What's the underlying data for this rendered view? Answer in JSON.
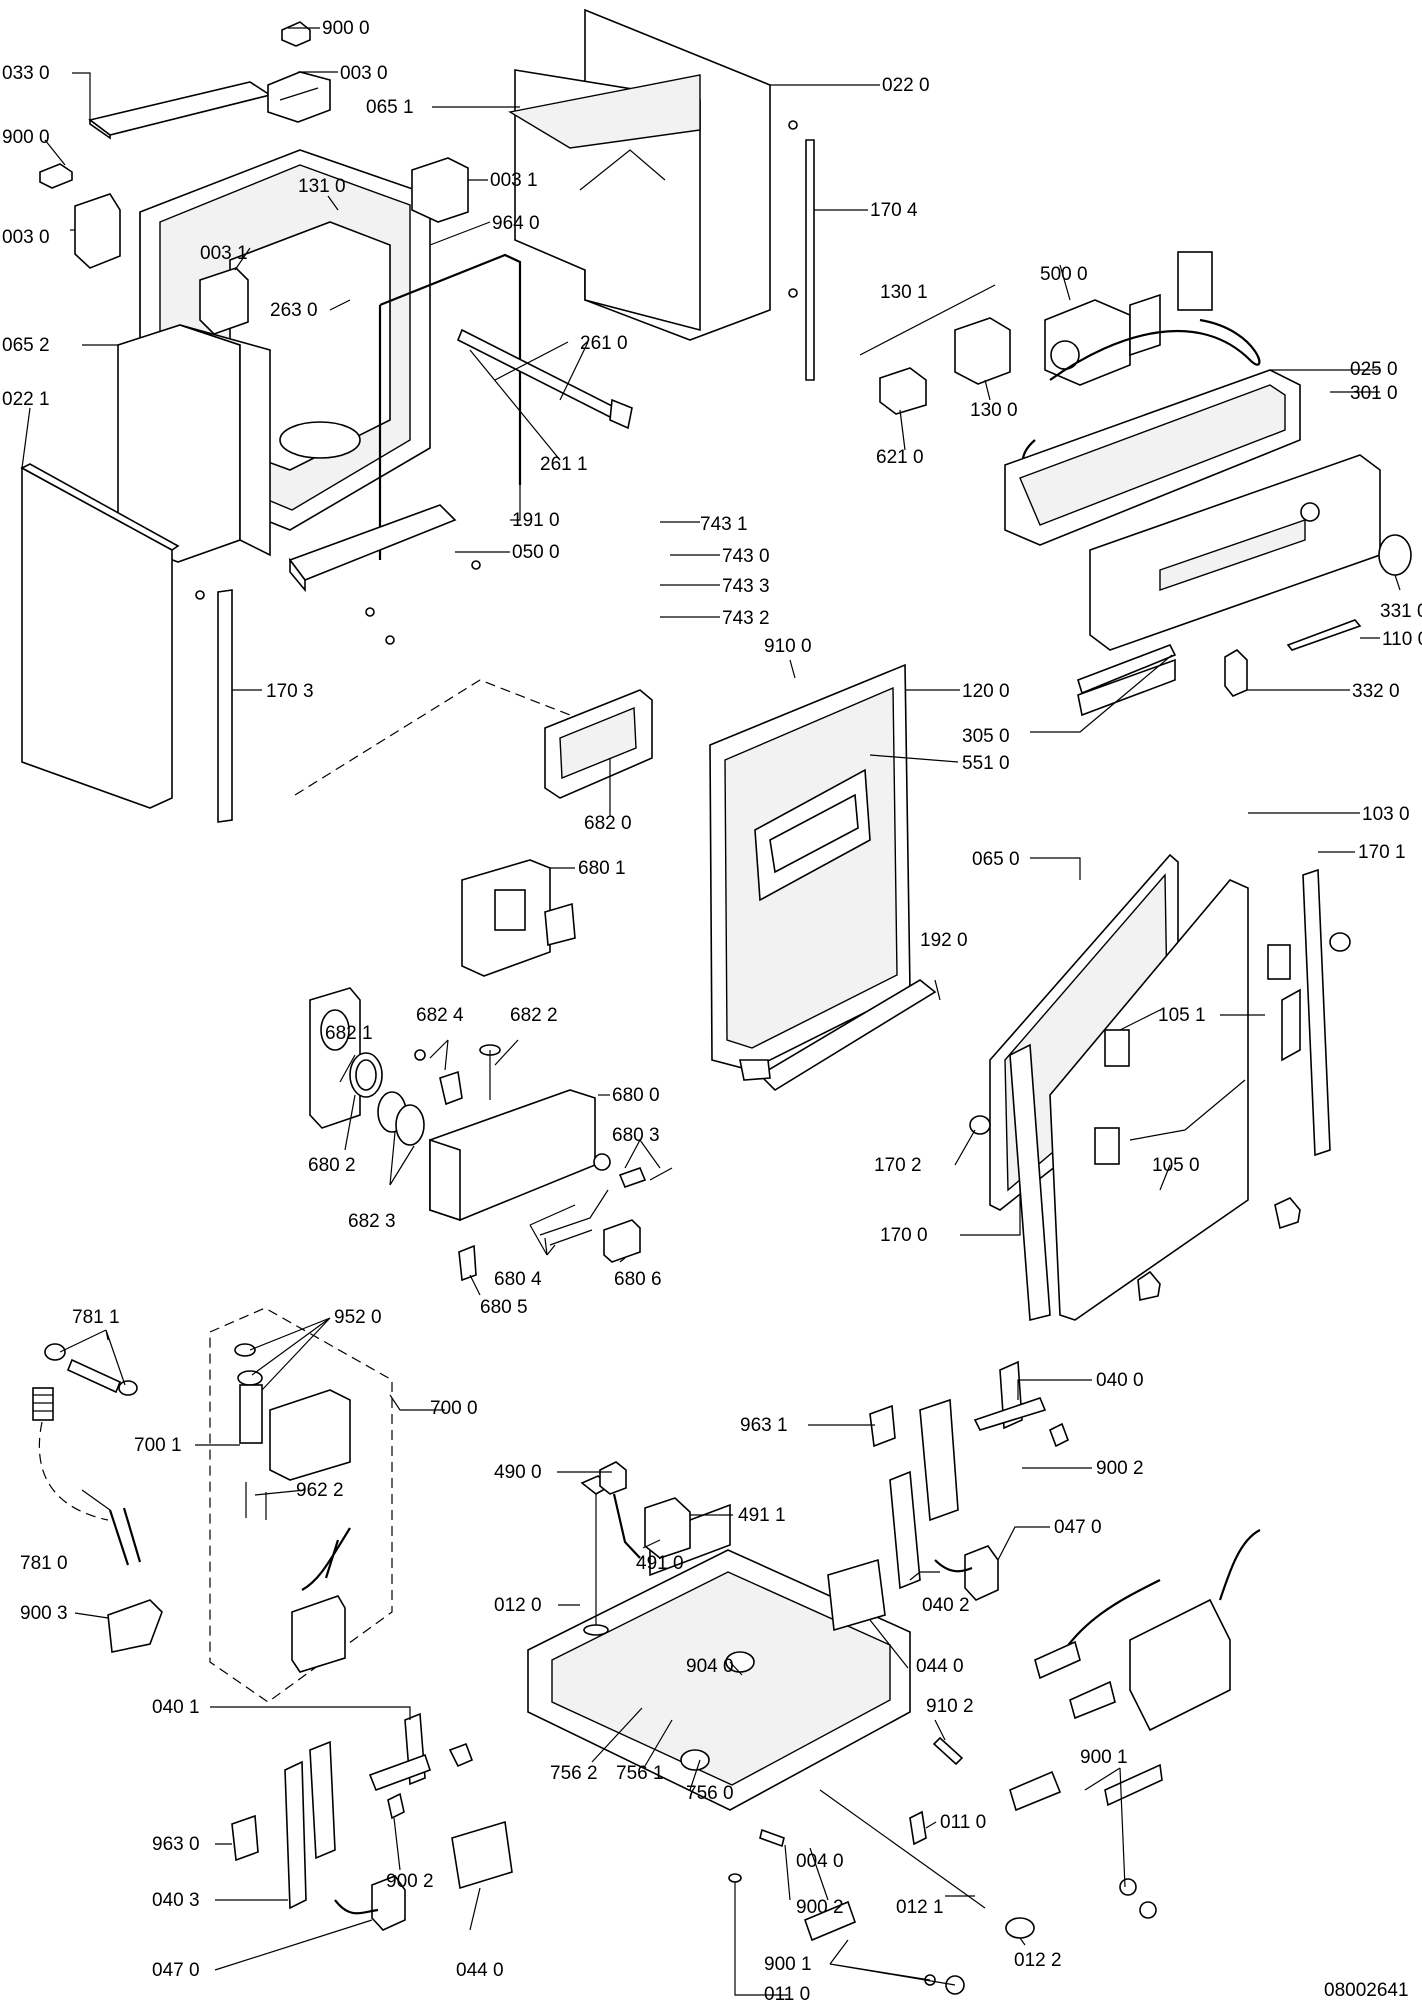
{
  "drawing_number": "08002641",
  "labels": {
    "l01": "900 0",
    "l02": "033 0",
    "l03": "003 0",
    "l04": "065 1",
    "l05": "022 0",
    "l06": "900 0",
    "l07": "003 1",
    "l08": "131 0",
    "l09": "964 0",
    "l10": "003 0",
    "l11": "003 1",
    "l12": "170 4",
    "l13": "263 0",
    "l14": "065 2",
    "l15": "261 0",
    "l16": "130 1",
    "l17": "500 0",
    "l18": "022 1",
    "l19": "261 1",
    "l20": "025 0",
    "l21": "301 0",
    "l22": "621 0",
    "l23": "130 0",
    "l24": "191 0",
    "l25": "743 1",
    "l26": "050 0",
    "l27": "743 0",
    "l28": "743 3",
    "l29": "331 0",
    "l30": "743 2",
    "l31": "110 0",
    "l32": "910 0",
    "l33": "332 0",
    "l34": "170 3",
    "l35": "120 0",
    "l36": "305 0",
    "l37": "551 0",
    "l38": "682 0",
    "l39": "065 0",
    "l40": "103 0",
    "l41": "170 1",
    "l42": "680 1",
    "l43": "192 0",
    "l44": "105 1",
    "l45": "682 1",
    "l46": "682 4",
    "l47": "682 2",
    "l48": "680 0",
    "l49": "680 3",
    "l50": "680 2",
    "l51": "170 2",
    "l52": "105 0",
    "l53": "682 3",
    "l54": "170 0",
    "l55": "680 4",
    "l56": "680 6",
    "l57": "680 5",
    "l58": "781 1",
    "l59": "952 0",
    "l60": "700 0",
    "l61": "040 0",
    "l62": "700 1",
    "l63": "963 1",
    "l64": "490 0",
    "l65": "900 2",
    "l66": "491 1",
    "l67": "962 2",
    "l68": "047 0",
    "l69": "781 0",
    "l70": "491 0",
    "l71": "012 0",
    "l72": "040 2",
    "l73": "900 3",
    "l74": "044 0",
    "l75": "904 0",
    "l76": "910 2",
    "l77": "040 1",
    "l78": "756 2",
    "l79": "756 1",
    "l80": "900 1",
    "l81": "011 0",
    "l82": "963 0",
    "l83": "756 0",
    "l84": "900 2",
    "l85": "004 0",
    "l86": "900 2",
    "l87": "040 3",
    "l88": "012 1",
    "l89": "047 0",
    "l90": "044 0",
    "l91": "012 2",
    "l92": "900 1",
    "l93": "011 0"
  }
}
